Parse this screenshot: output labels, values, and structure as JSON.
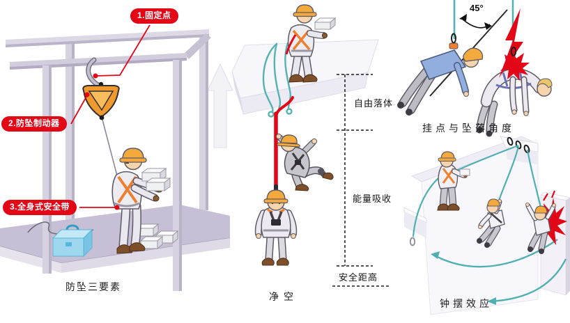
{
  "title": "fall-protection-safety-diagram",
  "colors": {
    "accent_red": "#e30617",
    "rope_teal": "#55b2b4",
    "hat_orange": "#f3a93b",
    "harness_orange": "#ee7f2e",
    "frame_lavender": "#d6d2e1",
    "toolbox_blue": "#9fd7ee",
    "shirt_blue": "#92aede"
  },
  "panels": {
    "fall_protection": {
      "caption": "防坠三要素",
      "callouts": [
        {
          "label": "1.固定点"
        },
        {
          "label": "2.防坠制动器"
        },
        {
          "label": "3.全身式安全带"
        }
      ]
    },
    "clearance": {
      "caption": "净空",
      "measurements": {
        "free_fall": "自由落体",
        "energy_absorption": "能量吸收",
        "safety_clearance": "安全距高"
      }
    },
    "anchor_angle": {
      "caption": "挂点与坠落角度",
      "angle_label": "45°"
    },
    "pendulum": {
      "caption": "钟摆效应"
    }
  }
}
